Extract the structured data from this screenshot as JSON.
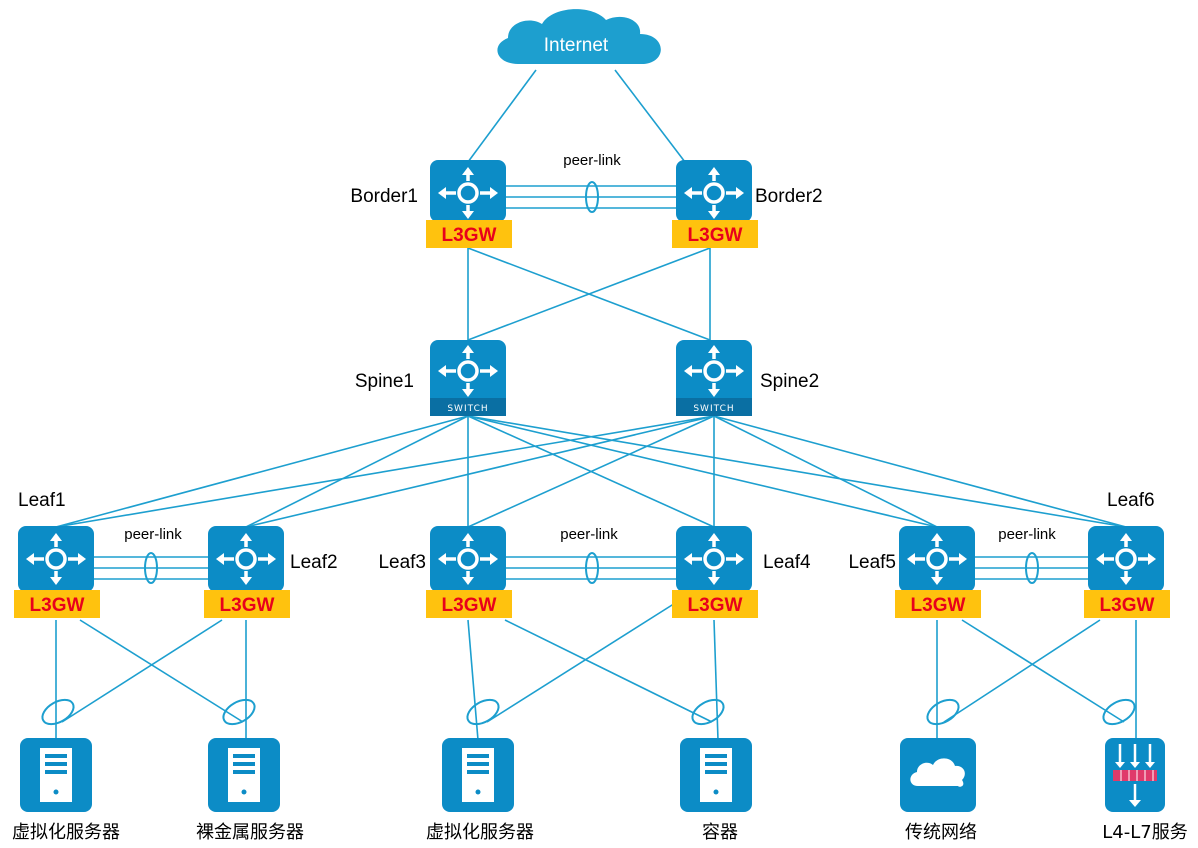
{
  "colors": {
    "link": "#1d9fcf",
    "device": "#0c8cc6",
    "device_dark": "#0a6fa3",
    "gateway_bg": "#ffc20e",
    "gateway_text": "#e8001c",
    "firewall": "#e03a6a"
  },
  "internet": {
    "label": "Internet"
  },
  "peer_link_label": "peer-link",
  "gateway_label": "L3GW",
  "switch_label": "SWITCH",
  "devices": {
    "border1": {
      "label": "Border1"
    },
    "border2": {
      "label": "Border2"
    },
    "spine1": {
      "label": "Spine1"
    },
    "spine2": {
      "label": "Spine2"
    },
    "leaf1": {
      "label": "Leaf1"
    },
    "leaf2": {
      "label": "Leaf2"
    },
    "leaf3": {
      "label": "Leaf3"
    },
    "leaf4": {
      "label": "Leaf4"
    },
    "leaf5": {
      "label": "Leaf5"
    },
    "leaf6": {
      "label": "Leaf6"
    }
  },
  "endpoints": [
    {
      "label": "虚拟化服务器",
      "icon": "server-icon"
    },
    {
      "label": "裸金属服务器",
      "icon": "server-icon"
    },
    {
      "label": "虚拟化服务器",
      "icon": "server-icon"
    },
    {
      "label": "容器",
      "icon": "server-icon"
    },
    {
      "label": "传统网络",
      "icon": "cloud-icon"
    },
    {
      "label": "L4-L7服务",
      "icon": "firewall-icon"
    }
  ]
}
